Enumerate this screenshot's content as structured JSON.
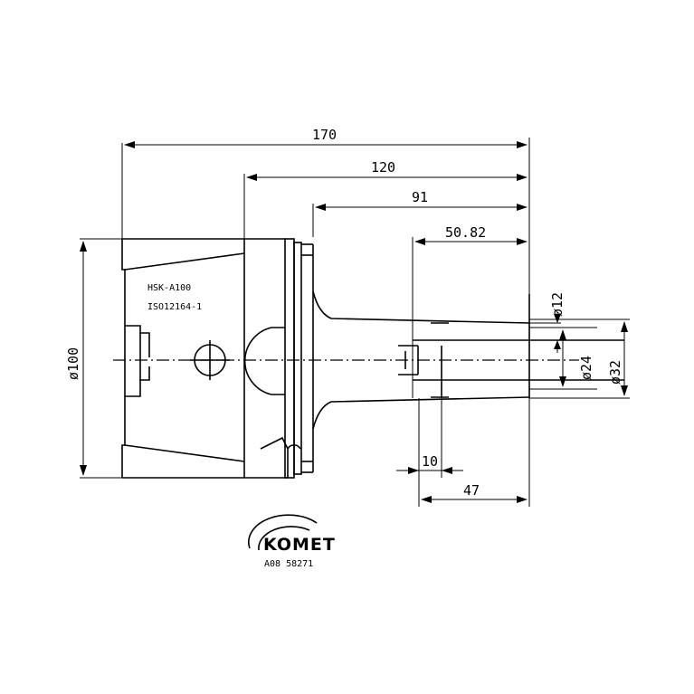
{
  "dimensions": {
    "overall_length": "170",
    "body_length": "120",
    "flange_to_end": "91",
    "shank_length": "50.82",
    "ring_width": "10",
    "taper_length": "47",
    "diameter_body": "ø100",
    "diameter_small": "ø12",
    "diameter_bore": "ø24",
    "diameter_shank": "ø32"
  },
  "spec_note": {
    "line1": "HSK-A100",
    "line2": "ISO12164-1"
  },
  "logo": {
    "brand": "KOMET",
    "article_number": "A08 58271"
  }
}
